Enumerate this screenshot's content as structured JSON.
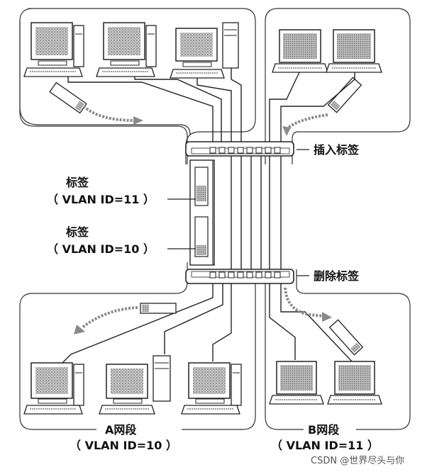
{
  "labels": {
    "insert_tag": "插入标签",
    "remove_tag": "删除标签",
    "tag_top_title": "标签",
    "tag_top_id": "（ VLAN ID=11 ）",
    "tag_bottom_title": "标签",
    "tag_bottom_id": "（ VLAN ID=10 ）",
    "segment_a": "A网段",
    "segment_a_id": "（ VLAN ID=10 ）",
    "segment_b": "B网段",
    "segment_b_id": "（ VLAN ID=11 ）"
  },
  "watermark": "CSDN @世界尽头与你",
  "colors": {
    "stroke": "#222222",
    "arrow": "#8a8a8a",
    "screen": "#9a9a9a"
  }
}
